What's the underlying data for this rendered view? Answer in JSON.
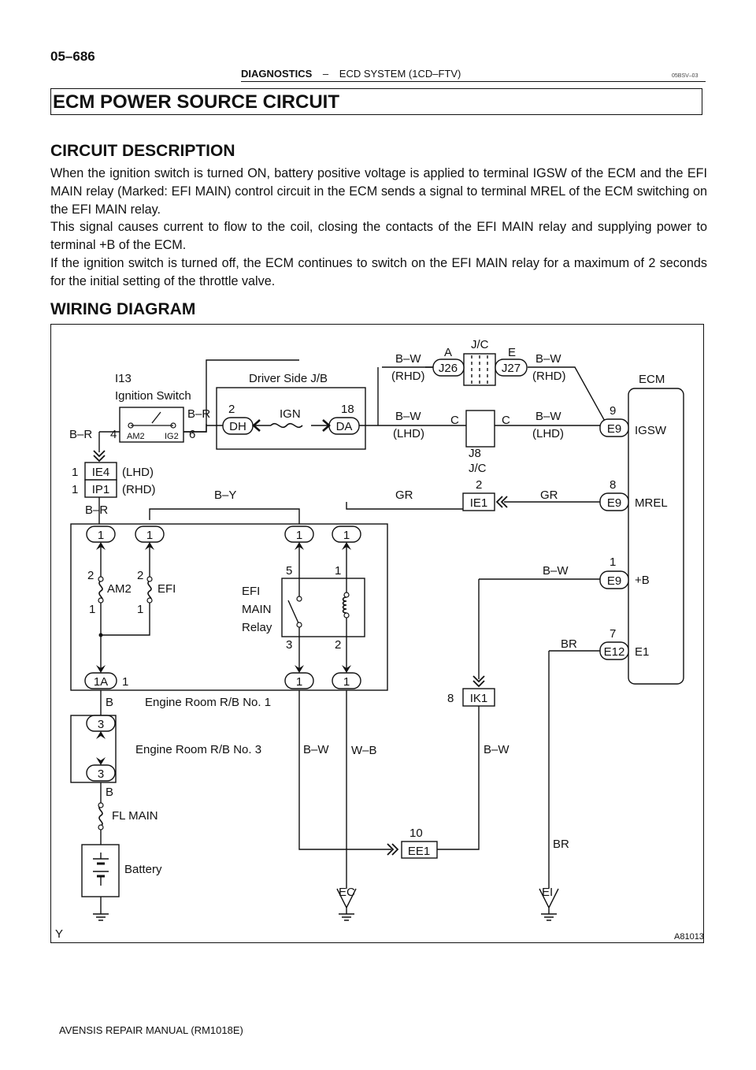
{
  "header": {
    "page_number": "05–686",
    "section": "DIAGNOSTICS",
    "separator": "–",
    "subsection": "ECD SYSTEM (1CD–FTV)",
    "doc_code": "05BSV–03"
  },
  "title": "ECM POWER SOURCE CIRCUIT",
  "circuit_description": {
    "heading": "CIRCUIT DESCRIPTION",
    "paragraphs": [
      "When the ignition switch is turned ON, battery positive voltage is applied to terminal IGSW of the ECM and the EFI MAIN relay (Marked: EFI MAIN) control circuit in the ECM sends a signal to terminal MREL of the ECM switching on the EFI MAIN relay.",
      "This signal causes current to flow to the coil, closing the contacts of the EFI MAIN relay and supplying power to terminal +B of the ECM.",
      "If the ignition switch is turned off, the ECM continues to switch on the EFI MAIN relay for a maximum of 2 seconds for the initial setting of the throttle valve."
    ]
  },
  "wiring_diagram": {
    "heading": "WIRING DIAGRAM",
    "labels": {
      "ignition_id": "I13",
      "ignition_name": "Ignition Switch",
      "am2_contact": "AM2",
      "ig2_contact": "IG2",
      "driver_jb": "Driver Side J/B",
      "ign_fuse": "IGN",
      "jc_top": "J/C",
      "j8": "J8",
      "jc_mid": "J/C",
      "ecm": "ECM",
      "igsw": "IGSW",
      "mrel": "MREL",
      "plus_b": "+B",
      "e1_term": "E1",
      "am2_fuse": "AM2",
      "efi_fuse": "EFI",
      "relay_line1": "EFI",
      "relay_line2": "MAIN",
      "relay_line3": "Relay",
      "engine_rb1": "Engine Room R/B No. 1",
      "engine_rb3": "Engine Room R/B No. 3",
      "fl_main": "FL MAIN",
      "battery": "Battery",
      "ground_ec": "EC",
      "ground_ei": "EI",
      "corner_left": "Y",
      "figure_id": "A81013"
    },
    "wires": {
      "b_r_left": "B–R",
      "b_r_right": "B–R",
      "b_r_below": "B–R",
      "b_y": "B–Y",
      "b_w_rhd_left": "B–W",
      "rhd_left": "(RHD)",
      "b_w_rhd_right": "B–W",
      "rhd_right": "(RHD)",
      "b_w_lhd_left": "B–W",
      "lhd_left": "(LHD)",
      "b_w_lhd_right": "B–W",
      "lhd_right": "(LHD)",
      "gr_left": "GR",
      "gr_right": "GR",
      "b_w_plusb": "B–W",
      "br_upper": "BR",
      "br_lower": "BR",
      "b_upper": "B",
      "b_lower": "B",
      "b_w_vertical": "B–W",
      "w_b_vertical": "W–B",
      "b_w_ik1": "B–W",
      "lhd_connector": "(LHD)",
      "rhd_connector": "(RHD)"
    },
    "connectors": {
      "dh": "DH",
      "da": "DA",
      "j26": "J26",
      "j27": "J27",
      "e9_igsw": "E9",
      "e9_mrel": "E9",
      "e9_plusb": "E9",
      "e12": "E12",
      "ie4": "IE4",
      "ip1": "IP1",
      "ie1": "IE1",
      "ik1": "IK1",
      "ee1": "EE1",
      "r1a": "1A",
      "t1_a": "1",
      "t1_b": "1",
      "t1_c": "1",
      "t1_d": "1",
      "t1_e": "1",
      "t1_f": "1",
      "t3_top": "3",
      "t3_bot": "3"
    },
    "pins": {
      "ign_4": "4",
      "ign_6": "6",
      "dh_2": "2",
      "da_18": "18",
      "j26_a": "A",
      "j27_e": "E",
      "j8_c_left": "C",
      "j8_c_right": "C",
      "e9_9": "9",
      "e9_8": "8",
      "e9_1": "1",
      "e12_7": "7",
      "ie4_1": "1",
      "ip1_1": "1",
      "ie1_2": "2",
      "am2_2": "2",
      "am2_1": "1",
      "efi_2": "2",
      "efi_1": "1",
      "relay_5": "5",
      "relay_1": "1",
      "relay_3": "3",
      "relay_2": "2",
      "r1a_1": "1",
      "ik1_8": "8",
      "ee1_10": "10"
    }
  },
  "footer": "AVENSIS REPAIR MANUAL   (RM1018E)"
}
